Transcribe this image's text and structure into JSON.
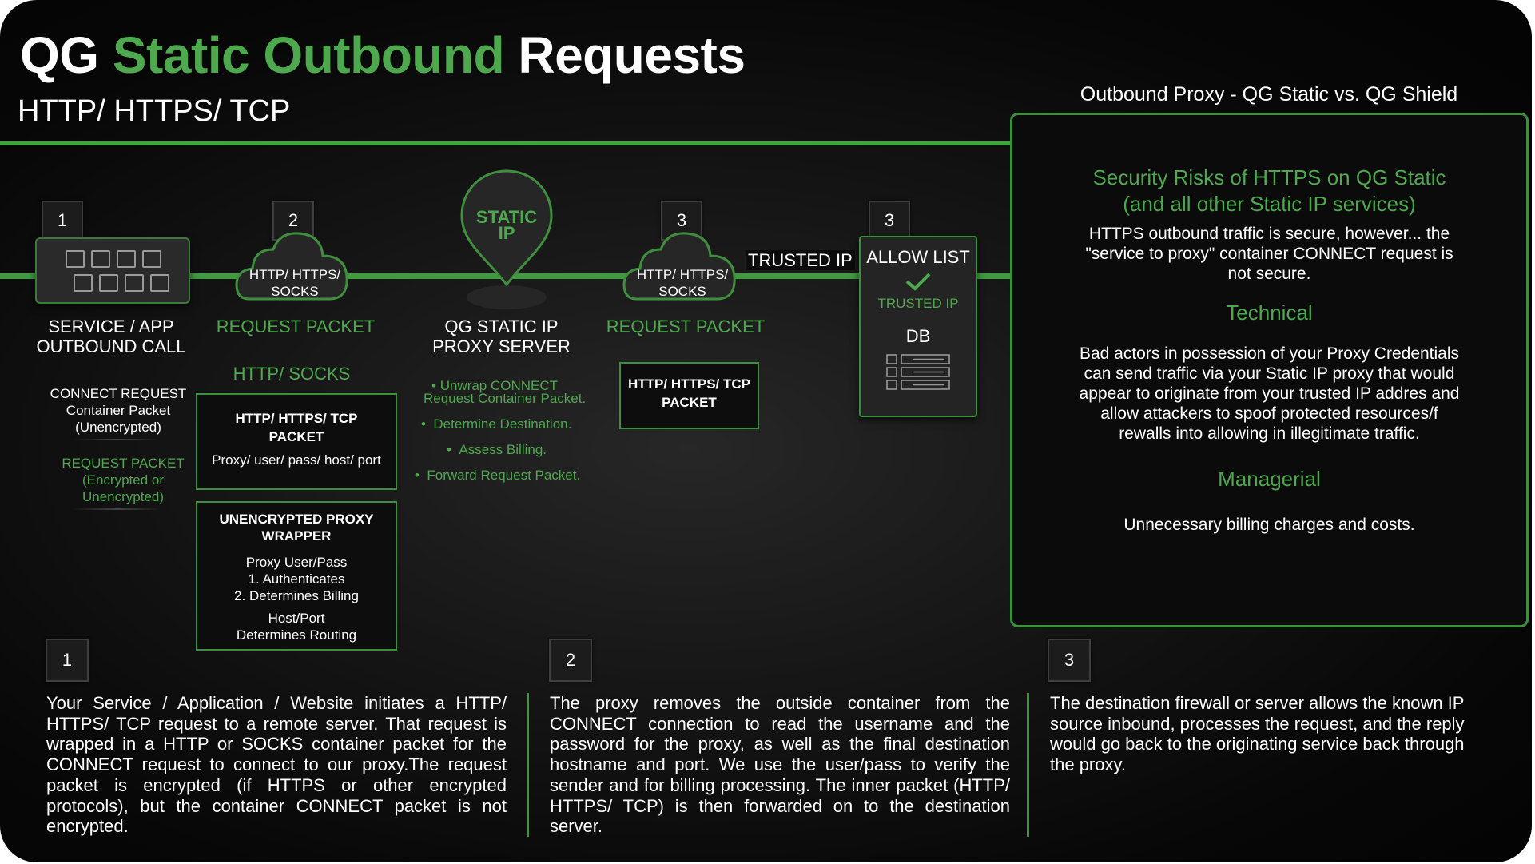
{
  "title": {
    "part1": "QG",
    "part2": "Static Outbound",
    "part3": "Requests"
  },
  "subtitle": "HTTP/ HTTPS/ TCP",
  "colors": {
    "accent": "#4ea84e",
    "line": "#3da73d",
    "background": "#0b0b0b"
  },
  "steps": {
    "step1_num": "1",
    "step2_num": "2",
    "step3a_num": "3",
    "step3b_num": "3"
  },
  "service": {
    "label_line1": "SERVICE / APP",
    "label_line2": "OUTBOUND CALL",
    "connect_line1": "CONNECT REQUEST",
    "connect_line2": "Container Packet",
    "connect_line3": "(Unencrypted)",
    "request_line1": "REQUEST PACKET",
    "request_line2": "(Encrypted or",
    "request_line3": "Unencrypted)"
  },
  "cloud1": {
    "line1": "HTTP/ HTTPS/",
    "line2": "SOCKS"
  },
  "cloud2": {
    "line1": "HTTP/ HTTPS/",
    "line2": "SOCKS"
  },
  "request_packet_1": "REQUEST PACKET",
  "request_packet_2": "REQUEST PACKET",
  "http_socks": "HTTP/ SOCKS",
  "packet_box": {
    "line1": "HTTP/ HTTPS/ TCP",
    "line2": "PACKET",
    "line3": "Proxy/ user/ pass/ host/ port"
  },
  "wrapper_box": {
    "title_line1": "UNENCRYPTED PROXY",
    "title_line2": "WRAPPER",
    "line1": "Proxy User/Pass",
    "line2": "1. Authenticates",
    "line3": "2. Determines Billing",
    "line4": "Host/Port",
    "line5": "Determines Routing"
  },
  "pin": {
    "line1": "STATIC",
    "line2": "IP"
  },
  "proxy_server": {
    "line1": "QG STATIC IP",
    "line2": "PROXY SERVER",
    "bullets": [
      "Unwrap CONNECT",
      "Request Container Packet.",
      "Determine Destination.",
      "Assess Billing.",
      "Forward Request Packet."
    ]
  },
  "packet_box2": {
    "line1": "HTTP/ HTTPS/ TCP",
    "line2": "PACKET"
  },
  "trusted_ip": "TRUSTED IP",
  "allow_list": {
    "title": "ALLOW LIST",
    "check_icon": "check-icon",
    "trusted": "TRUSTED IP",
    "db": "DB"
  },
  "panel": {
    "heading": "Outbound Proxy - QG Static vs. QG Shield",
    "risk_line1": "Security Risks of HTTPS on QG Static",
    "risk_line2": "(and all other Static IP services)",
    "risk_text_1": "HTTPS outbound traffic is secure, however... the",
    "risk_text_2": "\"service to proxy\" container CONNECT request is",
    "risk_text_3": "not secure.",
    "technical": "Technical",
    "tech_1": "Bad actors in possession of your Proxy Credentials",
    "tech_2": "can send traffic via your Static IP proxy that would",
    "tech_3": "appear to originate from your trusted IP addres and",
    "tech_4": "allow attackers to spoof protected resources/f",
    "tech_5": "rewalls into allowing in illegitimate traffic.",
    "managerial": "Managerial",
    "man_text": "Unnecessary billing charges and costs."
  },
  "bottom": {
    "num1": "1",
    "num2": "2",
    "num3": "3",
    "text1": "Your Service / Application / Website initiates a HTTP/ HTTPS/ TCP request to a remote server. That request is wrapped in a HTTP or SOCKS container packet for the CONNECT request to connect to our proxy.The request packet is encrypted (if HTTPS or other encrypted protocols), but the container CONNECT packet is not encrypted.",
    "text2": "The proxy removes the outside container from the CONNECT connection to read the username and the password for the proxy, as well as the final destination hostname and port. We use the user/pass to verify the sender and for billing processing. The inner packet (HTTP/ HTTPS/ TCP) is then forwarded on to the destination server.",
    "text3": "The destination firewall or server allows the known IP source inbound, processes the request, and the reply would go back to the originating service back through the proxy."
  }
}
